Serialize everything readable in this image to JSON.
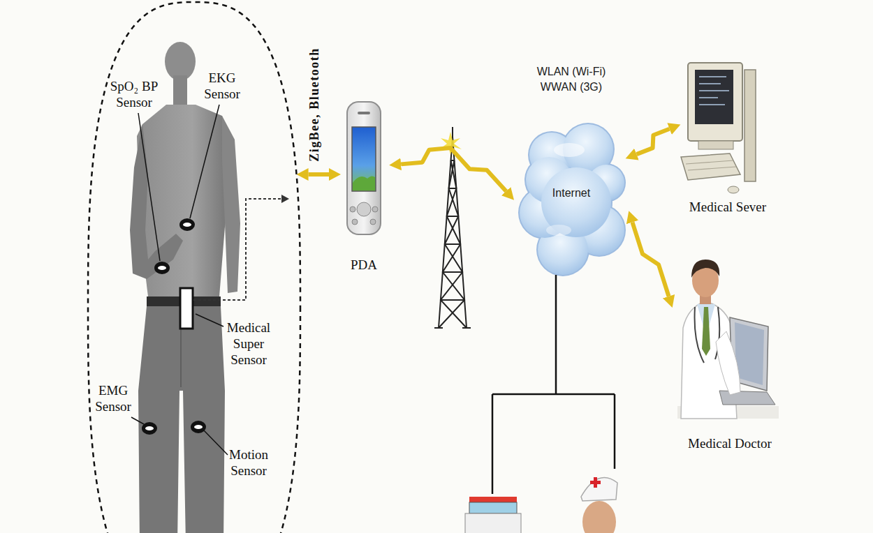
{
  "diagram": {
    "nodes": [
      {
        "text": [
          "SpO₂ BP Sensor",
          "EKG Sensor",
          "Medical Super Sensor",
          "EMG Sensor",
          "Motion Sensor"
        ]
      },
      {
        "text": [
          "PDA"
        ]
      },
      {
        "text": [
          "WLAN (Wi-Fi) WWAN (3G)",
          "Internet"
        ]
      },
      {
        "text": [
          "Medical Sever"
        ]
      },
      {
        "text": [
          "Medical Doctor"
        ]
      }
    ],
    "edges": [
      {
        "from": 0,
        "to": 1,
        "arrow": "both",
        "label": "ZigBee, Bluetooth"
      },
      {
        "from": 1,
        "to": 2,
        "arrow": "both"
      },
      {
        "from": 2,
        "to": 3,
        "arrow": "both"
      },
      {
        "from": 2,
        "to": 4,
        "arrow": "both"
      }
    ]
  }
}
